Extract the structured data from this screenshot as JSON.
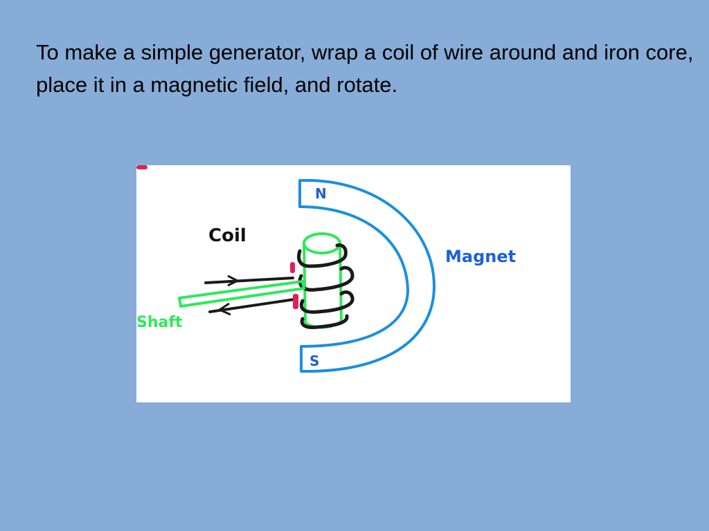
{
  "slide": {
    "body_text": "To make a simple generator, wrap a coil of wire around and iron core, place it in a magnetic field, and rotate."
  },
  "diagram": {
    "labels": {
      "coil": "Coil",
      "magnet": "Magnet",
      "shaft": "Shaft",
      "north_pole": "N",
      "south_pole": "S"
    },
    "colors": {
      "background": "#87acd7",
      "magnet": "#1a8fe0",
      "label_blue": "#1e5fd6",
      "shaft": "#2ee85a",
      "coil_wire": "#1a1a1a",
      "contacts": "#e0205a",
      "coil_label": "#111111"
    }
  }
}
